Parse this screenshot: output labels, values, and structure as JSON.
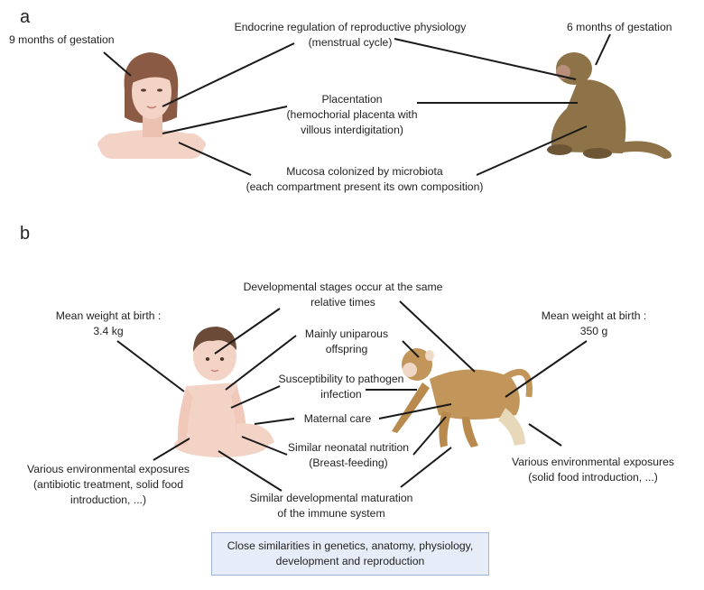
{
  "panel_a": {
    "letter": "a",
    "human_gestation": "9 months of gestation",
    "macaque_gestation": "6 months of gestation",
    "endocrine": [
      "Endocrine regulation of reproductive physiology",
      "(menstrual cycle)"
    ],
    "placentation": [
      "Placentation",
      "(hemochorial placenta with",
      "villous interdigitation)"
    ],
    "mucosa": [
      "Mucosa colonized by microbiota",
      "(each compartment present its own composition)"
    ]
  },
  "panel_b": {
    "letter": "b",
    "developmental": [
      "Developmental stages occur at the same",
      "relative times"
    ],
    "human_weight": [
      "Mean weight at birth :",
      "3.4 kg"
    ],
    "macaque_weight": [
      "Mean weight at birth :",
      "350 g"
    ],
    "uniparous": [
      "Mainly uniparous",
      "offspring"
    ],
    "pathogen": [
      "Susceptibility to pathogen",
      "infection"
    ],
    "maternal": "Maternal care",
    "nutrition": [
      "Similar neonatal nutrition",
      "(Breast-feeding)"
    ],
    "human_env": [
      "Various environmental exposures",
      "(antibiotic treatment, solid food",
      "introduction, ...)"
    ],
    "macaque_env": [
      "Various environmental exposures",
      "(solid food introduction, ...)"
    ],
    "immune": [
      "Similar developmental maturation",
      "of the immune system"
    ],
    "summary": [
      "Close similarities in genetics, anatomy, physiology,",
      "development and reproduction"
    ]
  },
  "colors": {
    "skin": "#f3d3c6",
    "hair": "#8a5a44",
    "macaque_fur": "#8f7348",
    "infant_monkey": "#c2955a",
    "line": "#1a1a1a",
    "box_fill": "#e6edf8",
    "box_border": "#9fb4d9"
  }
}
